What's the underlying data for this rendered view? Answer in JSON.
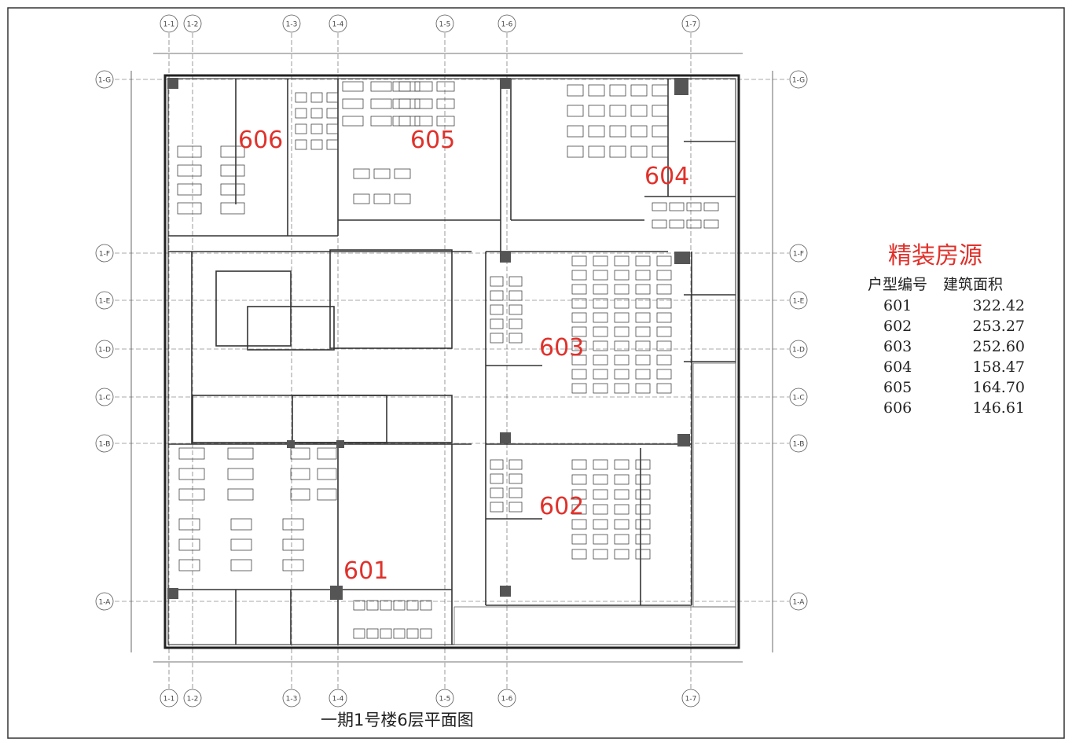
{
  "plan": {
    "caption": "一期1号楼6层平面图",
    "units_on_plan": [
      {
        "id": "601"
      },
      {
        "id": "602"
      },
      {
        "id": "603"
      },
      {
        "id": "604"
      },
      {
        "id": "605"
      },
      {
        "id": "606"
      }
    ],
    "grid_cols": [
      "1-1",
      "1-2",
      "1-3",
      "1-4",
      "1-5",
      "1-6",
      "1-7"
    ],
    "grid_rows": [
      "1-G",
      "1-F",
      "1-E",
      "1-D",
      "1-C",
      "1-B",
      "1-A"
    ],
    "accent_color": "#e0312b"
  },
  "legend": {
    "title": "精装房源",
    "col_unit": "户型编号",
    "col_area": "建筑面积",
    "rows": [
      {
        "unit": "601",
        "area": "322.42"
      },
      {
        "unit": "602",
        "area": "253.27"
      },
      {
        "unit": "603",
        "area": "252.60"
      },
      {
        "unit": "604",
        "area": "158.47"
      },
      {
        "unit": "605",
        "area": "164.70"
      },
      {
        "unit": "606",
        "area": "146.61"
      }
    ]
  }
}
